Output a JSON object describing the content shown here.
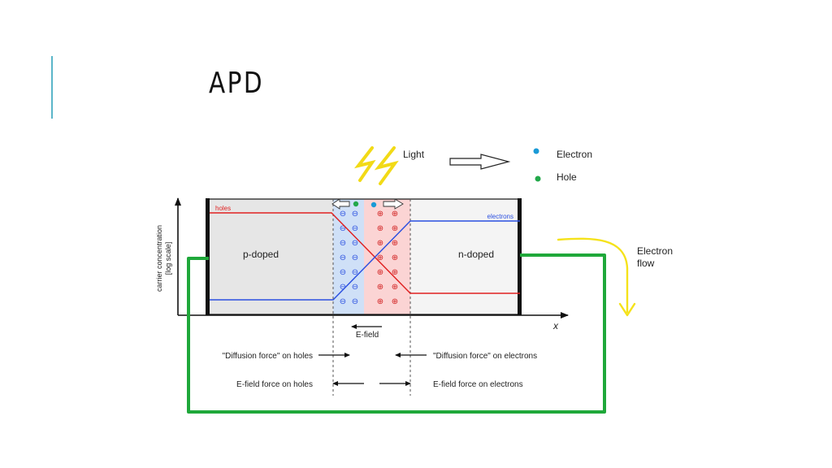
{
  "slide": {
    "title": "APD"
  },
  "legend": {
    "light": "Light",
    "electron": "Electron",
    "hole": "Hole",
    "electron_color": "#1a9ad6",
    "hole_color": "#22a84a"
  },
  "diagram": {
    "p_region": "p-doped",
    "n_region": "n-doped",
    "holes_label": "holes",
    "electrons_label": "electrons",
    "y_axis_label_line1": "carrier concentration",
    "y_axis_label_line2": "[log scale]",
    "x_axis_label": "x",
    "efield_label": "E-field",
    "diffusion_holes": "\"Diffusion force\" on holes",
    "diffusion_electrons": "\"Diffusion force\" on electrons",
    "efield_holes": "E-field force on holes",
    "efield_electrons": "E-field force on electrons",
    "electron_flow_line1": "Electron",
    "electron_flow_line2": "flow",
    "holes_color": "#e02020",
    "electrons_color": "#2a4fe0",
    "circuit_color": "#1fa83a",
    "flow_arrow_color": "#f5e21a",
    "depletion_neg_color": "#cfe0f7",
    "depletion_pos_color": "#fbd4d4",
    "minus_symbol": "⊖",
    "plus_symbol": "⊕"
  }
}
